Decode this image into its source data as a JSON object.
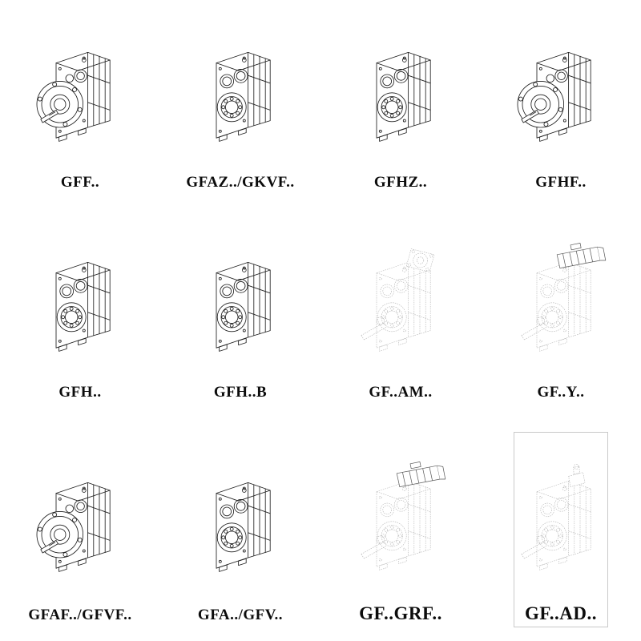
{
  "page": {
    "background": "#ffffff",
    "line_color": "#1e1e1e",
    "light_line_color": "#b3b3b3"
  },
  "catalog": {
    "items": [
      {
        "label": "GFF..",
        "drawing": "parallel-shaft-gearbox-flange-output"
      },
      {
        "label": "GFAZ../GKVF..",
        "drawing": "parallel-shaft-gearbox-hollow-shaft"
      },
      {
        "label": "GFHZ..",
        "drawing": "parallel-shaft-gearbox-hollow-shaft"
      },
      {
        "label": "GFHF..",
        "drawing": "parallel-shaft-gearbox-flange-output"
      },
      {
        "label": "GFH..",
        "drawing": "parallel-shaft-gearbox-hollow-shaft"
      },
      {
        "label": "GFH..B",
        "drawing": "parallel-shaft-gearbox-hollow-shaft"
      },
      {
        "label": "GF..AM..",
        "drawing": "gearbox-with-motor-flange-adapter"
      },
      {
        "label": "GF..Y..",
        "drawing": "gearmotor-with-mounted-motor"
      },
      {
        "label": "GFAF../GFVF..",
        "drawing": "parallel-shaft-gearbox-flange-output"
      },
      {
        "label": "GFA../GFV..",
        "drawing": "parallel-shaft-gearbox-hollow-shaft"
      },
      {
        "label": "GF..GRF..",
        "drawing": "gearmotor-with-mounted-motor"
      },
      {
        "label": "GF..AD..",
        "drawing": "gearbox-with-input-shaft-adapter"
      }
    ]
  }
}
